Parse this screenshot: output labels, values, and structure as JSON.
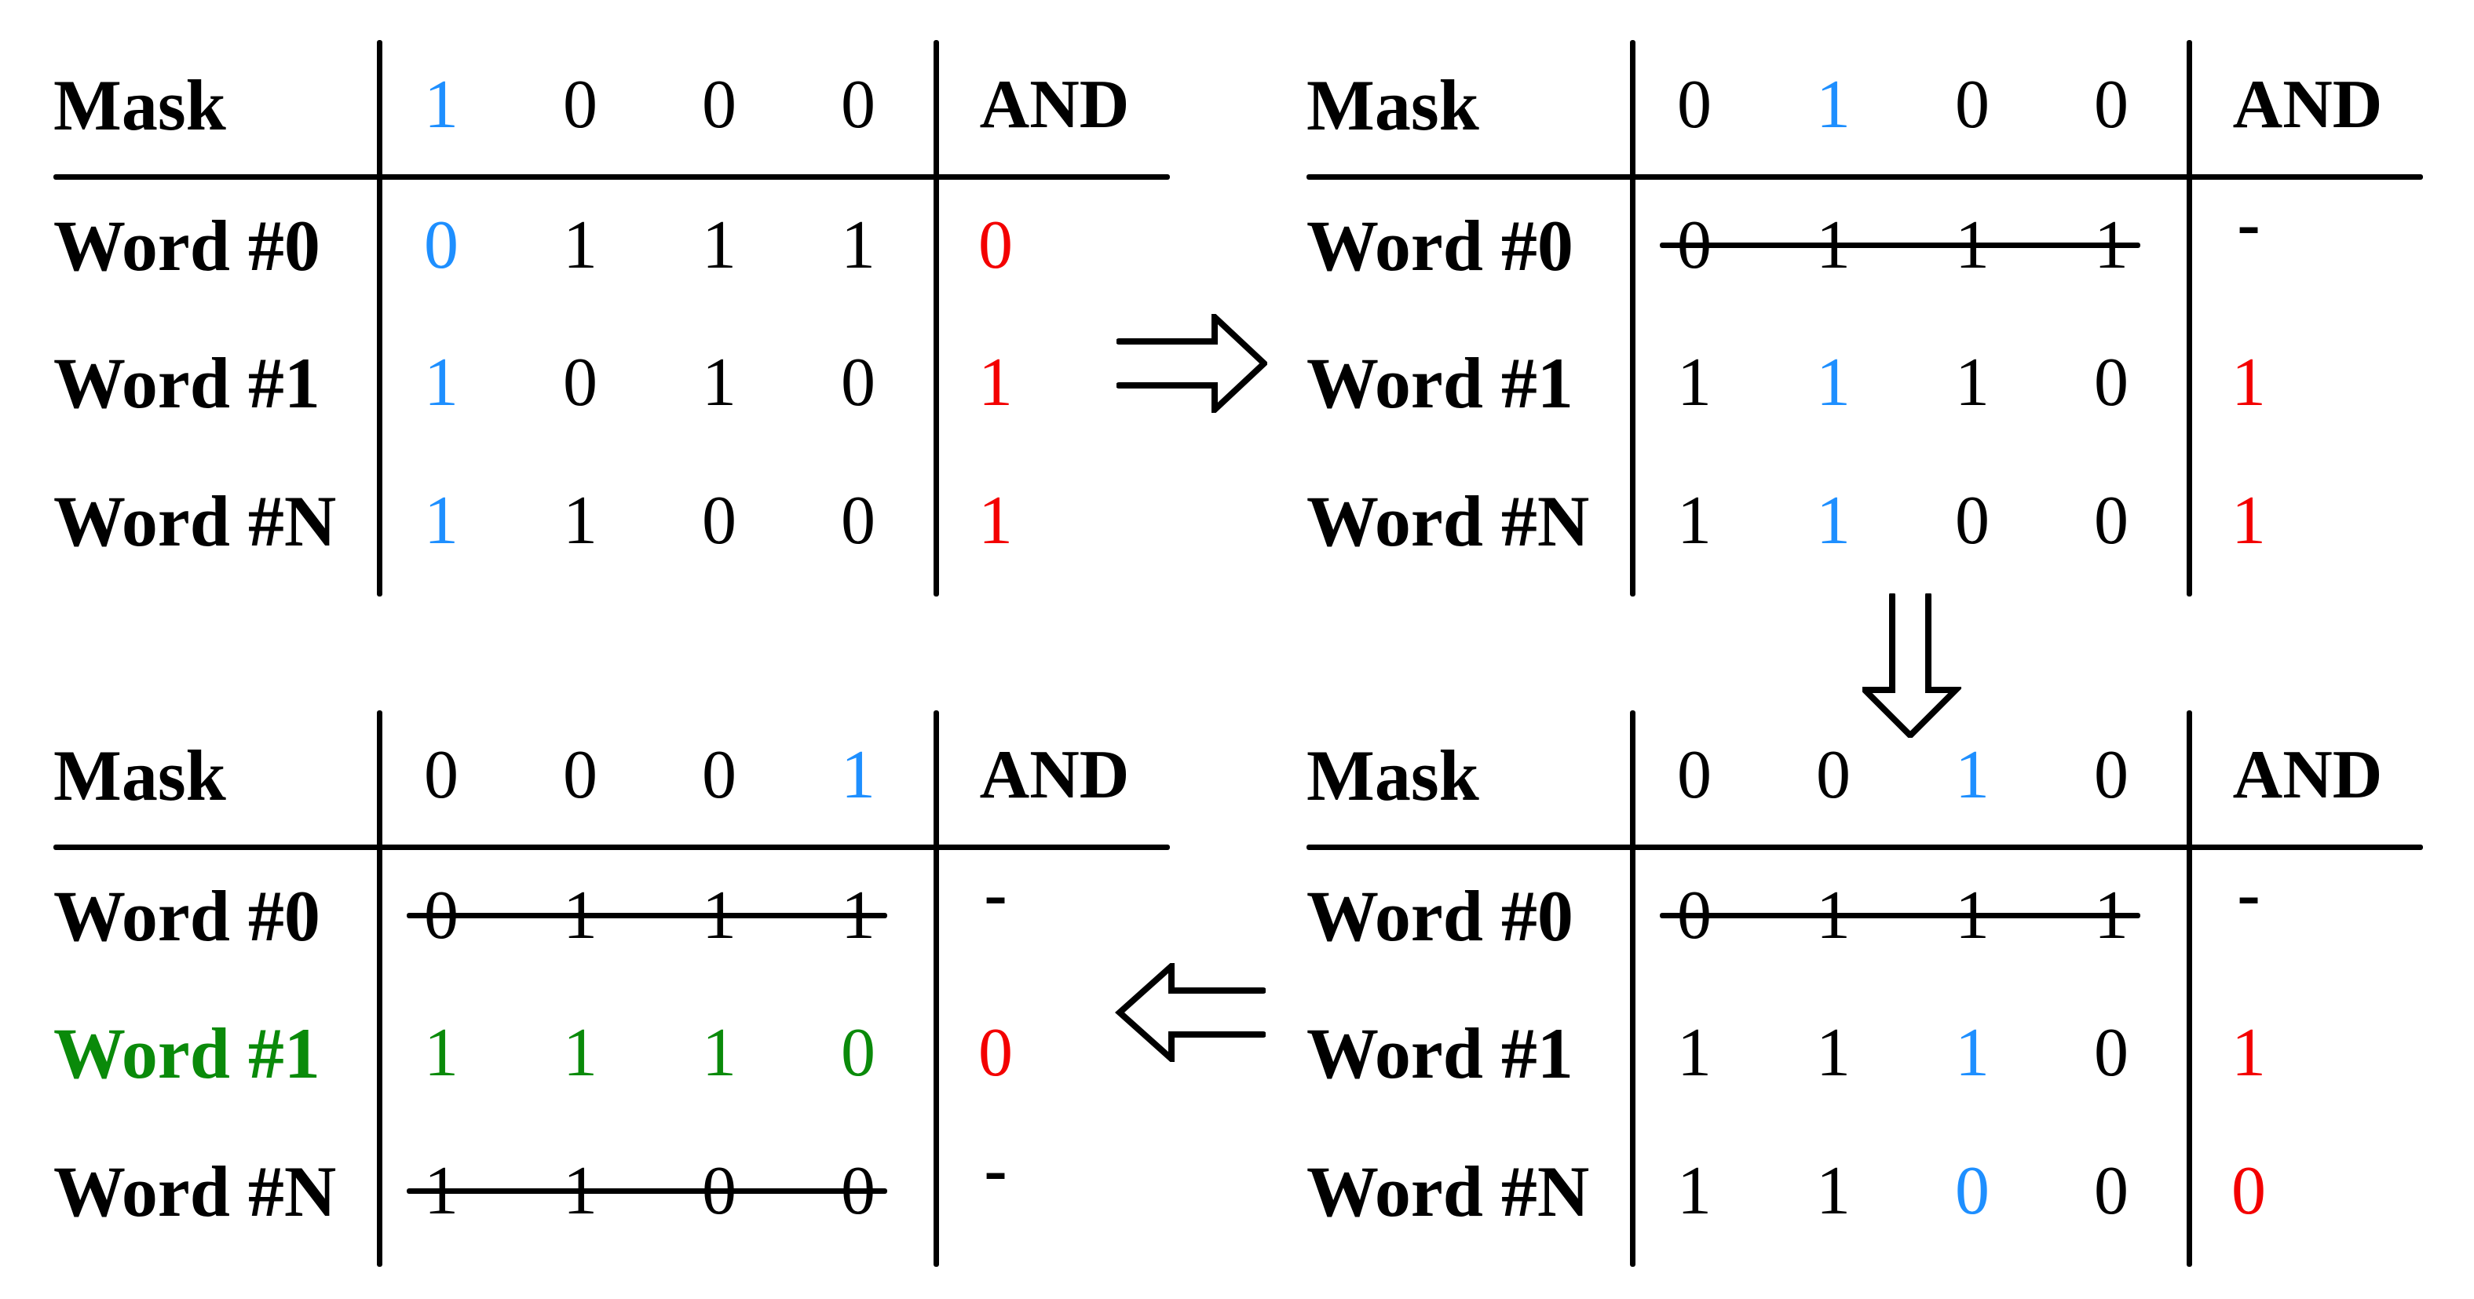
{
  "colors": {
    "highlight_blue": "#1e8fff",
    "result_red": "#f30000",
    "match_green": "#0a8a0a",
    "ink_black": "#000000"
  },
  "tables": [
    {
      "step": 1,
      "position": "top-left",
      "mask_label": "Mask",
      "op_label": "AND",
      "mask_bits": [
        "1",
        "0",
        "0",
        "0"
      ],
      "active_bit": 0,
      "rows": [
        {
          "label": "Word #0",
          "bits": [
            "0",
            "1",
            "1",
            "1"
          ],
          "result": "0",
          "struck": false,
          "match": false
        },
        {
          "label": "Word #1",
          "bits": [
            "1",
            "0",
            "1",
            "0"
          ],
          "result": "1",
          "struck": false,
          "match": false
        },
        {
          "label": "Word #N",
          "bits": [
            "1",
            "1",
            "0",
            "0"
          ],
          "result": "1",
          "struck": false,
          "match": false
        }
      ]
    },
    {
      "step": 2,
      "position": "top-right",
      "mask_label": "Mask",
      "op_label": "AND",
      "mask_bits": [
        "0",
        "1",
        "0",
        "0"
      ],
      "active_bit": 1,
      "rows": [
        {
          "label": "Word #0",
          "bits": [
            "0",
            "1",
            "1",
            "1"
          ],
          "result": "-",
          "struck": true,
          "match": false
        },
        {
          "label": "Word #1",
          "bits": [
            "1",
            "1",
            "1",
            "0"
          ],
          "result": "1",
          "struck": false,
          "match": false
        },
        {
          "label": "Word #N",
          "bits": [
            "1",
            "1",
            "0",
            "0"
          ],
          "result": "1",
          "struck": false,
          "match": false
        }
      ]
    },
    {
      "step": 4,
      "position": "bottom-left",
      "mask_label": "Mask",
      "op_label": "AND",
      "mask_bits": [
        "0",
        "0",
        "0",
        "1"
      ],
      "active_bit": 3,
      "rows": [
        {
          "label": "Word #0",
          "bits": [
            "0",
            "1",
            "1",
            "1"
          ],
          "result": "-",
          "struck": true,
          "match": false
        },
        {
          "label": "Word #1",
          "bits": [
            "1",
            "1",
            "1",
            "0"
          ],
          "result": "0",
          "struck": false,
          "match": true
        },
        {
          "label": "Word #N",
          "bits": [
            "1",
            "1",
            "0",
            "0"
          ],
          "result": "-",
          "struck": true,
          "match": false
        }
      ]
    },
    {
      "step": 3,
      "position": "bottom-right",
      "mask_label": "Mask",
      "op_label": "AND",
      "mask_bits": [
        "0",
        "0",
        "1",
        "0"
      ],
      "active_bit": 2,
      "rows": [
        {
          "label": "Word #0",
          "bits": [
            "0",
            "1",
            "1",
            "1"
          ],
          "result": "-",
          "struck": true,
          "match": false
        },
        {
          "label": "Word #1",
          "bits": [
            "1",
            "1",
            "1",
            "0"
          ],
          "result": "1",
          "struck": false,
          "match": false
        },
        {
          "label": "Word #N",
          "bits": [
            "1",
            "1",
            "0",
            "0"
          ],
          "result": "0",
          "struck": false,
          "match": false
        }
      ]
    }
  ],
  "arrows": [
    {
      "direction": "right",
      "from": "step-1",
      "to": "step-2"
    },
    {
      "direction": "down",
      "from": "step-2",
      "to": "step-3"
    },
    {
      "direction": "left",
      "from": "step-3",
      "to": "step-4"
    }
  ]
}
